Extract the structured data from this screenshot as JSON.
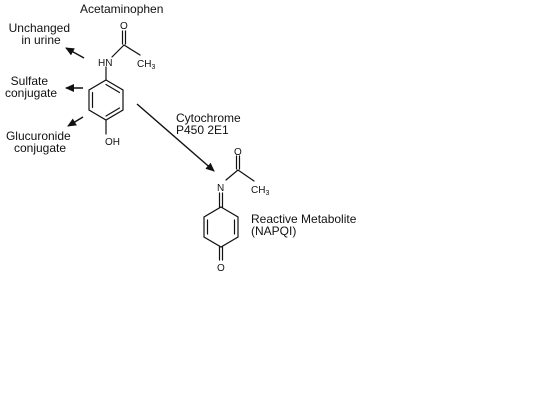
{
  "colors": {
    "enzyme": "#c0522f",
    "ink": "#111111"
  },
  "acetaminophen": {
    "title": "Acetaminophen",
    "atom_nh": "HN",
    "atom_o": "O",
    "atom_ch3": "CH",
    "ch3_sub": "3",
    "atom_oh": "OH"
  },
  "pathways": {
    "unchanged": [
      "Unchanged",
      "in urine"
    ],
    "sulfate": [
      "Sulfate",
      "conjugate"
    ],
    "glucuronide": [
      "Glucuronide",
      "conjugate"
    ]
  },
  "enzyme": [
    "Cytochrome",
    "P450 2E1"
  ],
  "napqi": {
    "atom_n": "N",
    "atom_o_top": "O",
    "atom_ch3": "CH",
    "ch3_sub": "3",
    "atom_o_bottom": "O",
    "label": [
      "Reactive Metabolite",
      "(NAPQI)"
    ]
  }
}
